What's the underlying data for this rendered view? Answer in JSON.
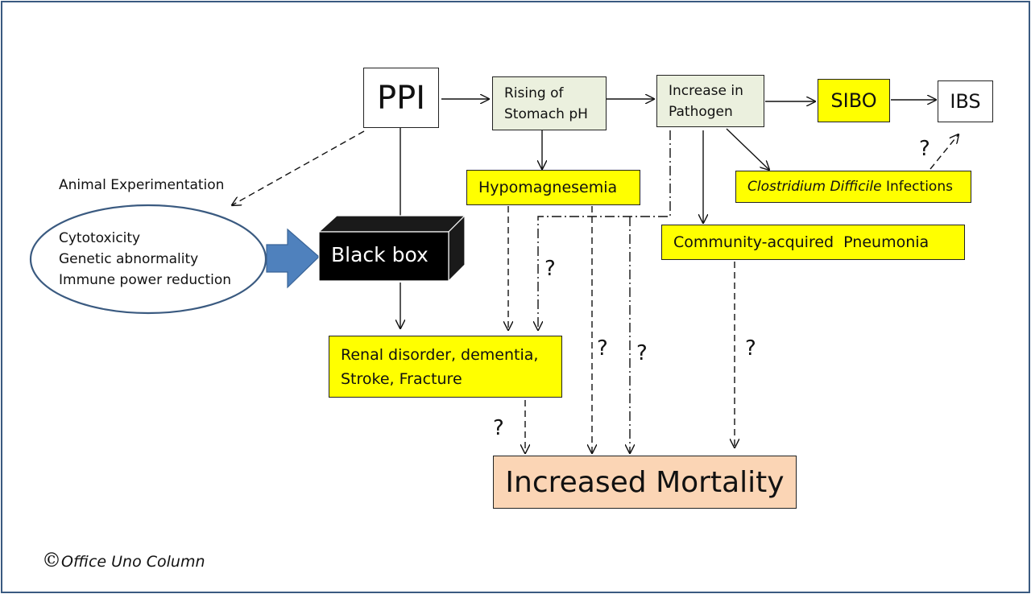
{
  "nodes": {
    "ppi": "PPI",
    "stomach_ph": [
      "Rising of",
      "Stomach pH"
    ],
    "pathogen": [
      "Increase in",
      "Pathogen"
    ],
    "sibo": "SIBO",
    "ibs": "IBS",
    "hypomagnesemia": "Hypomagnesemia",
    "clostridium": {
      "italic": "Clostridium Difficile",
      "rest": " Infections"
    },
    "pneumonia": "Community-acquired  Pneumonia",
    "black_box": "Black box",
    "renal": [
      "Renal disorder, dementia,",
      "Stroke, Fracture"
    ],
    "mortality": "Increased Mortality"
  },
  "animal_experimentation": "Animal Experimentation",
  "ellipse_items": [
    "Cytotoxicity",
    "Genetic abnormality",
    "Immune power reduction"
  ],
  "question_mark": "?",
  "copyright": {
    "symbol": "©",
    "text": "Office Uno Column"
  },
  "colors": {
    "highlight": "#ffff00",
    "soft_green": "#ebf0de",
    "peach": "#fbd5b5",
    "frame": "#3a5a80",
    "block_arrow": "#4f81bd"
  }
}
